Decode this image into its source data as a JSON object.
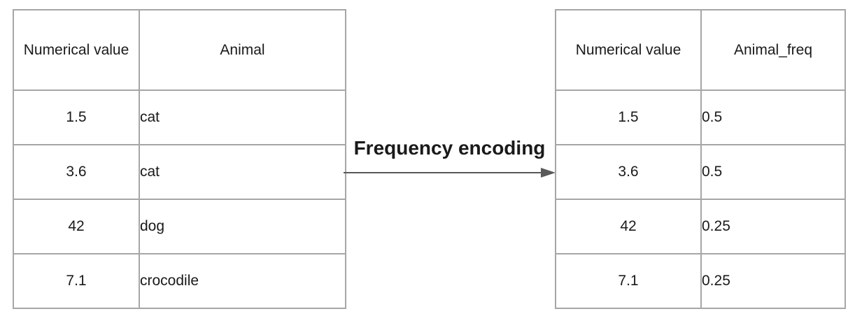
{
  "diagram": {
    "transformation_label": "Frequency encoding",
    "arrow_icon": "right-arrow"
  },
  "left_table": {
    "columns": [
      "Numerical value",
      "Animal"
    ],
    "rows": [
      [
        "1.5",
        "cat"
      ],
      [
        "3.6",
        "cat"
      ],
      [
        "42",
        "dog"
      ],
      [
        "7.1",
        "crocodile"
      ]
    ]
  },
  "right_table": {
    "columns": [
      "Numerical value",
      "Animal_freq"
    ],
    "rows": [
      [
        "1.5",
        "0.5"
      ],
      [
        "3.6",
        "0.5"
      ],
      [
        "42",
        "0.25"
      ],
      [
        "7.1",
        "0.25"
      ]
    ]
  },
  "colors": {
    "table_border": "#a6a6a6",
    "arrow": "#595959",
    "text": "#1a1a1a",
    "background": "#ffffff"
  }
}
